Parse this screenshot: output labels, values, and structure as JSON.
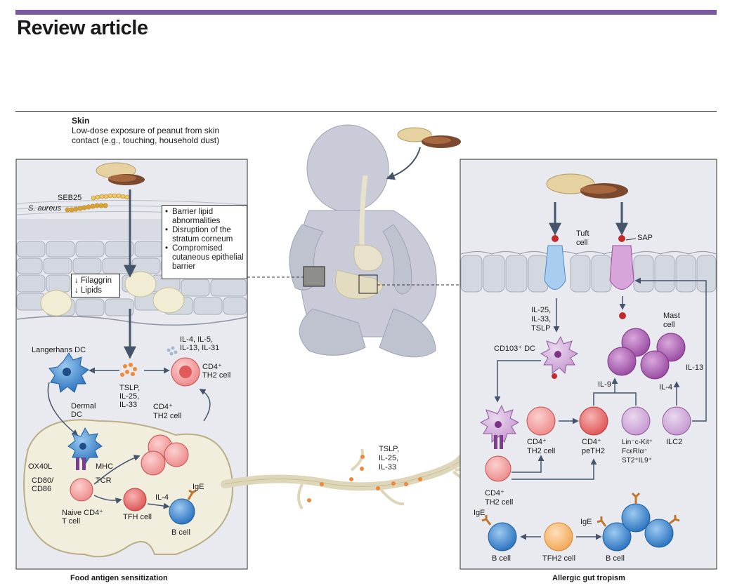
{
  "header": {
    "title": "Review article"
  },
  "skin": {
    "heading": "Skin",
    "description": "Low-dose exposure of peanut from skin contact (e.g., touching, household dust)",
    "seb25": "SEB25",
    "saureus": "S. aureus",
    "barrier": [
      "Barrier lipid abnormalities",
      "Disruption of the stratum corneum",
      "Compromised cutaneous epithelial barrier"
    ],
    "filaggrin": "↓ Filaggrin",
    "lipids": "↓ Lipids",
    "langerhans": "Langerhans DC",
    "tslp": [
      "TSLP,",
      "IL-25,",
      "IL-33"
    ],
    "ils": [
      "IL-4, IL-5,",
      "IL-13, IL-31"
    ],
    "cd4": "CD4⁺",
    "th2": "TH2 cell",
    "dermal": [
      "Dermal",
      "DC"
    ],
    "ox40l": "OX40L",
    "mhc": "MHC",
    "cd80": [
      "CD80/",
      "CD86"
    ],
    "tcr": "TCR",
    "naive": [
      "Naive CD4⁺",
      "T cell"
    ],
    "il4": "IL-4",
    "tfh": "TFH cell",
    "ige": "IgE",
    "bcell": "B cell"
  },
  "nerve": {
    "tslp": [
      "TSLP,",
      "IL-25,",
      "IL-33"
    ]
  },
  "gut": {
    "tuft": [
      "Tuft",
      "cell"
    ],
    "sap": "SAP",
    "il25": [
      "IL-25,",
      "IL-33,",
      "TSLP"
    ],
    "mast": [
      "Mast",
      "cell"
    ],
    "cd103": "CD103⁺ DC",
    "il9": "IL-9",
    "il4": "IL-4",
    "il13": "IL-13",
    "cd4th2": [
      "CD4⁺",
      "TH2 cell"
    ],
    "pet": [
      "CD4⁺",
      "peTH2"
    ],
    "lin": [
      "Lin⁻c-Kit⁺",
      "FcεRIα⁻",
      "ST2⁺IL9⁺"
    ],
    "ilc2": "ILC2",
    "cd4th2b": [
      "CD4⁺",
      "TH2 cell"
    ],
    "ige1": "IgE",
    "ige2": "IgE",
    "bcell1": "B cell",
    "tfh2": "TFH2 cell",
    "bcell2": "B cell"
  },
  "captions": {
    "left": "Food antigen sensitization",
    "right": "Allergic gut tropism"
  },
  "colors": {
    "accent": "#7a5ba3",
    "panel": "#e9eaf0",
    "th2": "#e86b6b",
    "bcell": "#3d85c6",
    "mast": "#b36bb8",
    "dc": "#3b8ad9",
    "nerve": "#ddd6b8"
  }
}
